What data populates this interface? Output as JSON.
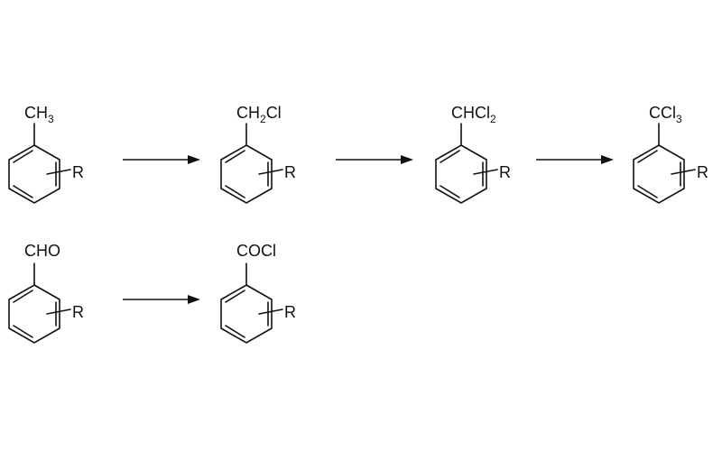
{
  "reaction_rows": [
    {
      "molecules": [
        {
          "group_main": "CH",
          "group_sub": "3",
          "group_tail": "",
          "substituent": "R"
        },
        {
          "group_main": "CH",
          "group_sub": "2",
          "group_tail": "Cl",
          "substituent": "R"
        },
        {
          "group_main": "CHCl",
          "group_sub": "2",
          "group_tail": "",
          "substituent": "R"
        },
        {
          "group_main": "CCl",
          "group_sub": "3",
          "group_tail": "",
          "substituent": "R"
        }
      ]
    },
    {
      "molecules": [
        {
          "group_main": "CHO",
          "group_sub": "",
          "group_tail": "",
          "substituent": "R"
        },
        {
          "group_main": "COCl",
          "group_sub": "",
          "group_tail": "",
          "substituent": "R"
        }
      ]
    }
  ],
  "colors": {
    "ink": "#111111",
    "background": "#ffffff"
  }
}
